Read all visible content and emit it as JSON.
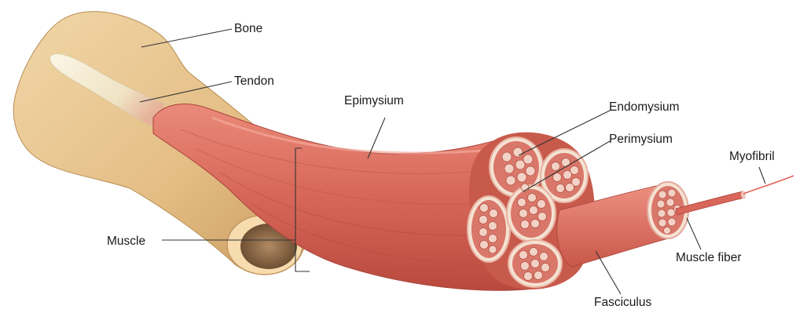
{
  "labels": {
    "bone": "Bone",
    "tendon": "Tendon",
    "epimysium": "Epimysium",
    "endomysium": "Endomysium",
    "perimysium": "Perimysium",
    "myofibril": "Myofibril",
    "muscle": "Muscle",
    "muscle_fiber": "Muscle fiber",
    "fasciculus": "Fasciculus"
  },
  "colors": {
    "bone": "#e8c58f",
    "bone_shade": "#c99b5e",
    "tendon": "#f3ead2",
    "muscle": "#d96a5b",
    "muscle_dark": "#b9493d",
    "muscle_light": "#ee9a8b",
    "connective": "#f7e9dc",
    "marrow": "#8d6b4a",
    "leader_line": "#333333"
  }
}
